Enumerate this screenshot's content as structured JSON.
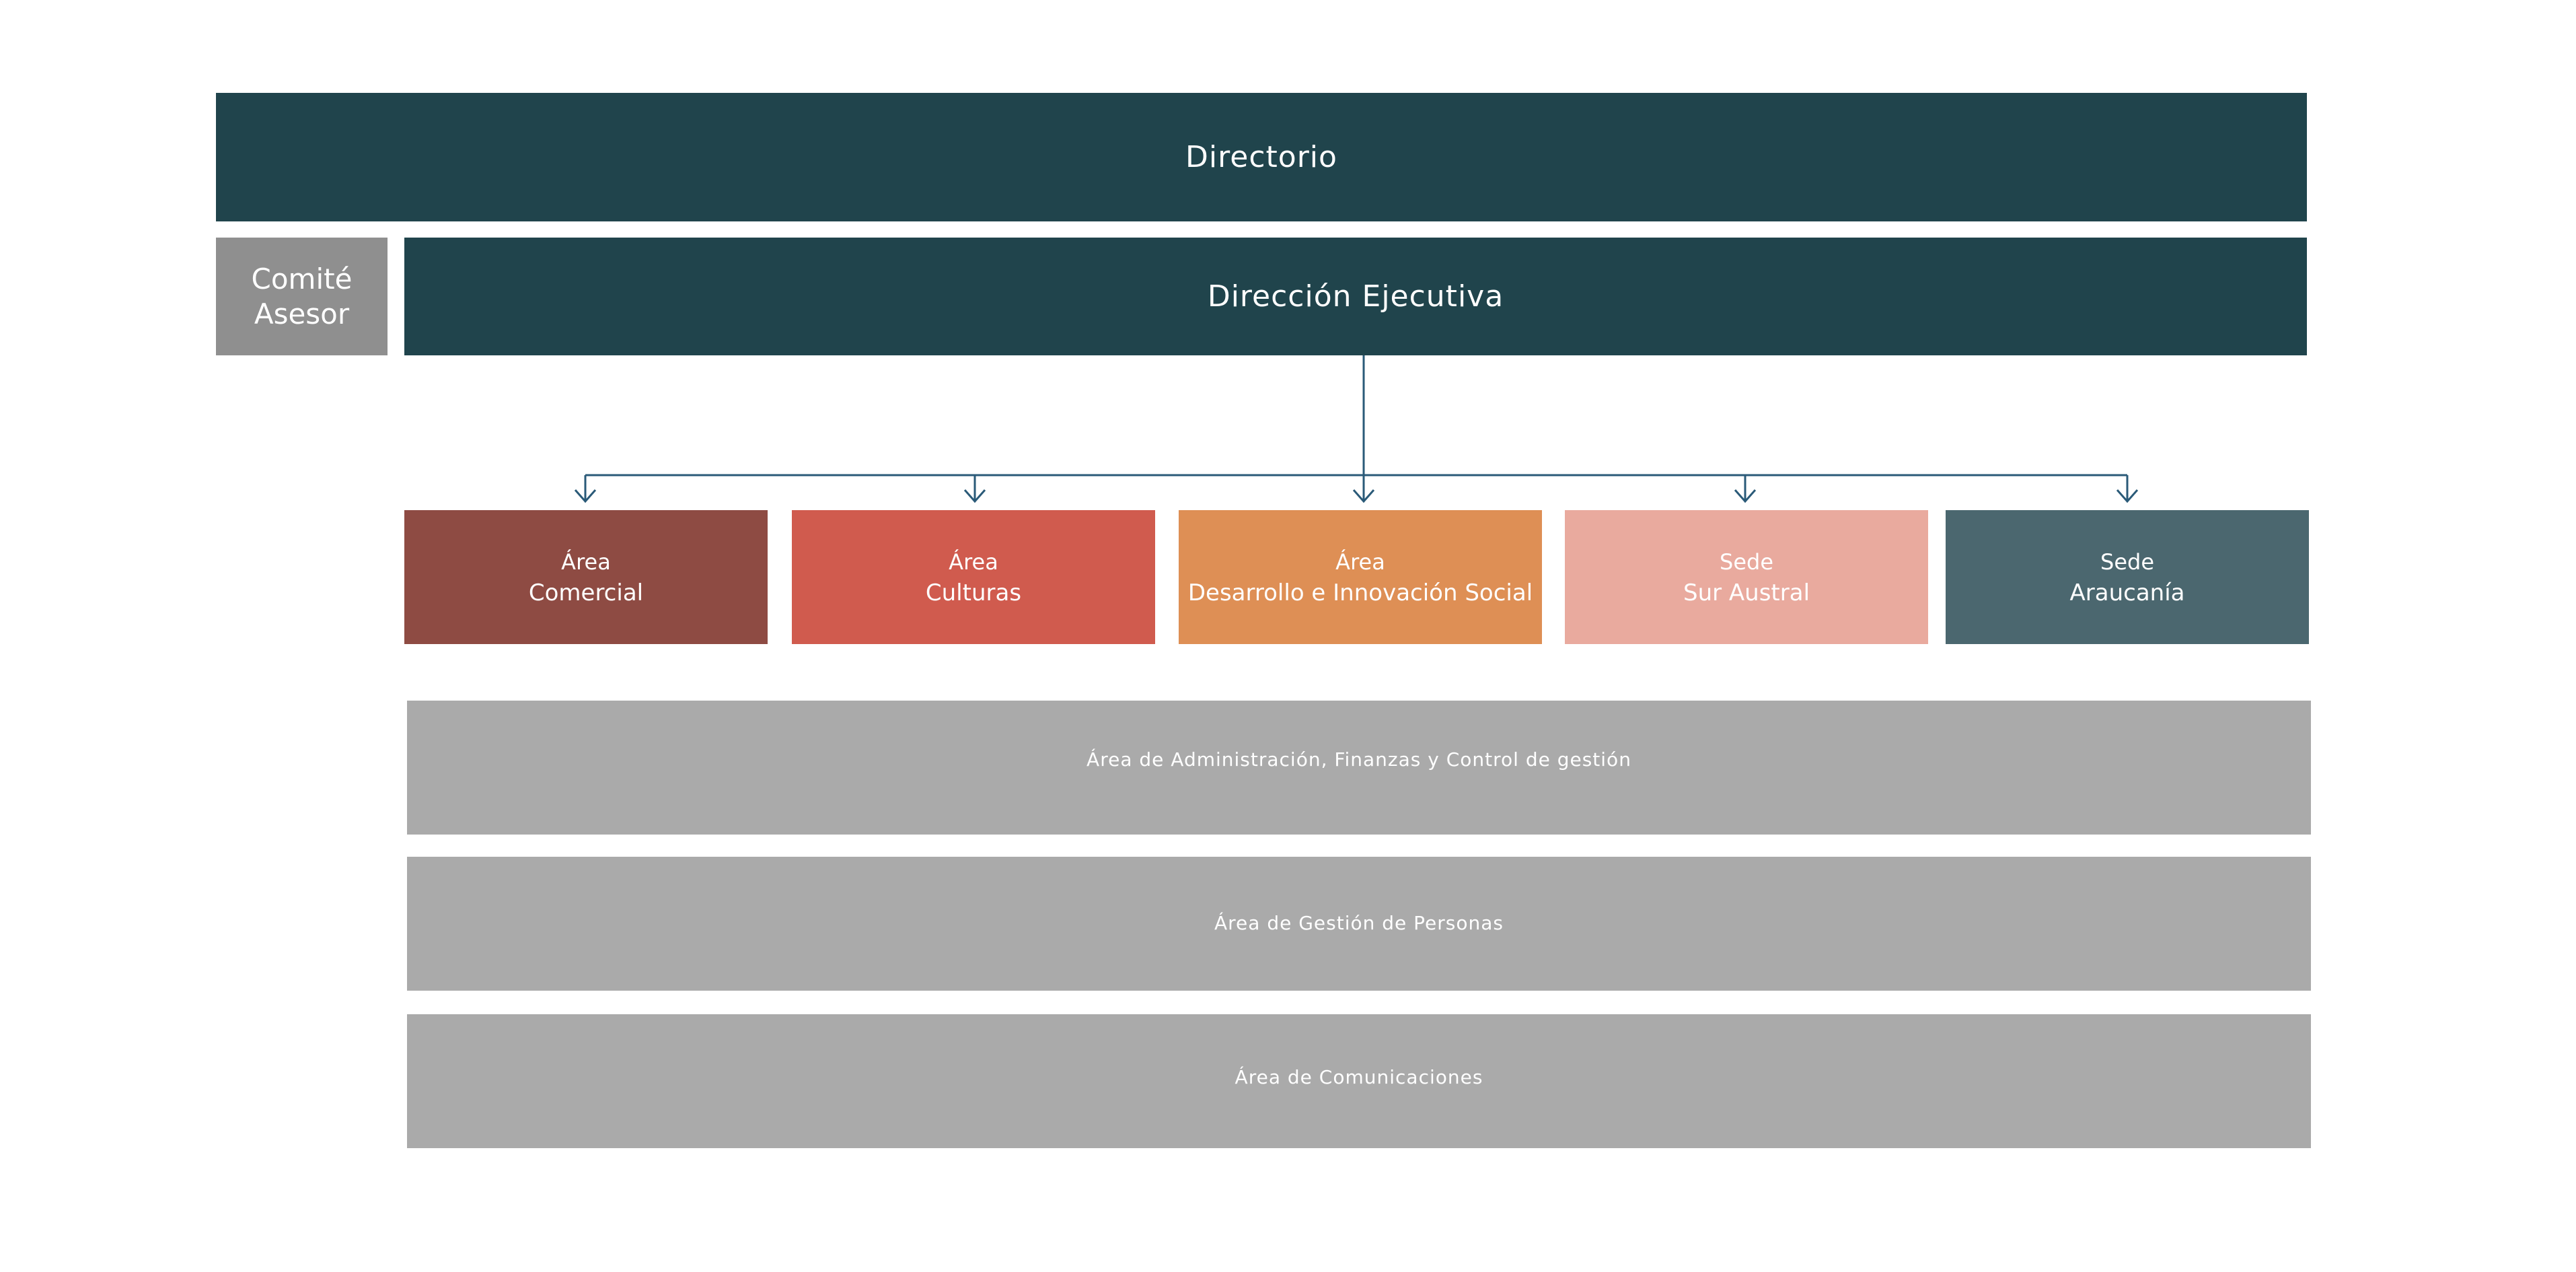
{
  "colors": {
    "dark_teal": "#20444c",
    "gray_side": "#8f8f8f",
    "comercial": "#8e4b43",
    "culturas": "#d05b4e",
    "desarrollo": "#de8f55",
    "sur_austral": "#e9aa9e",
    "araucania": "#4b676f",
    "band_gray": "#aaaaaa",
    "connector": "#2a5a78"
  },
  "directorio": {
    "label": "Directorio"
  },
  "comite": {
    "line1": "Comité",
    "line2": "Asesor"
  },
  "direccion": {
    "label": "Dirección Ejecutiva"
  },
  "areas": [
    {
      "line1": "Área",
      "line2": "Comercial"
    },
    {
      "line1": "Área",
      "line2": "Culturas"
    },
    {
      "line1": "Área",
      "line2": "Desarrollo e Innovación Social"
    },
    {
      "line1": "Sede",
      "line2": "Sur Austral"
    },
    {
      "line1": "Sede",
      "line2": "Araucanía"
    }
  ],
  "bands": [
    {
      "label": "Área de Administración, Finanzas y Control de gestión"
    },
    {
      "label": "Área de Gestión de Personas"
    },
    {
      "label": "Área de Comunicaciones"
    }
  ]
}
